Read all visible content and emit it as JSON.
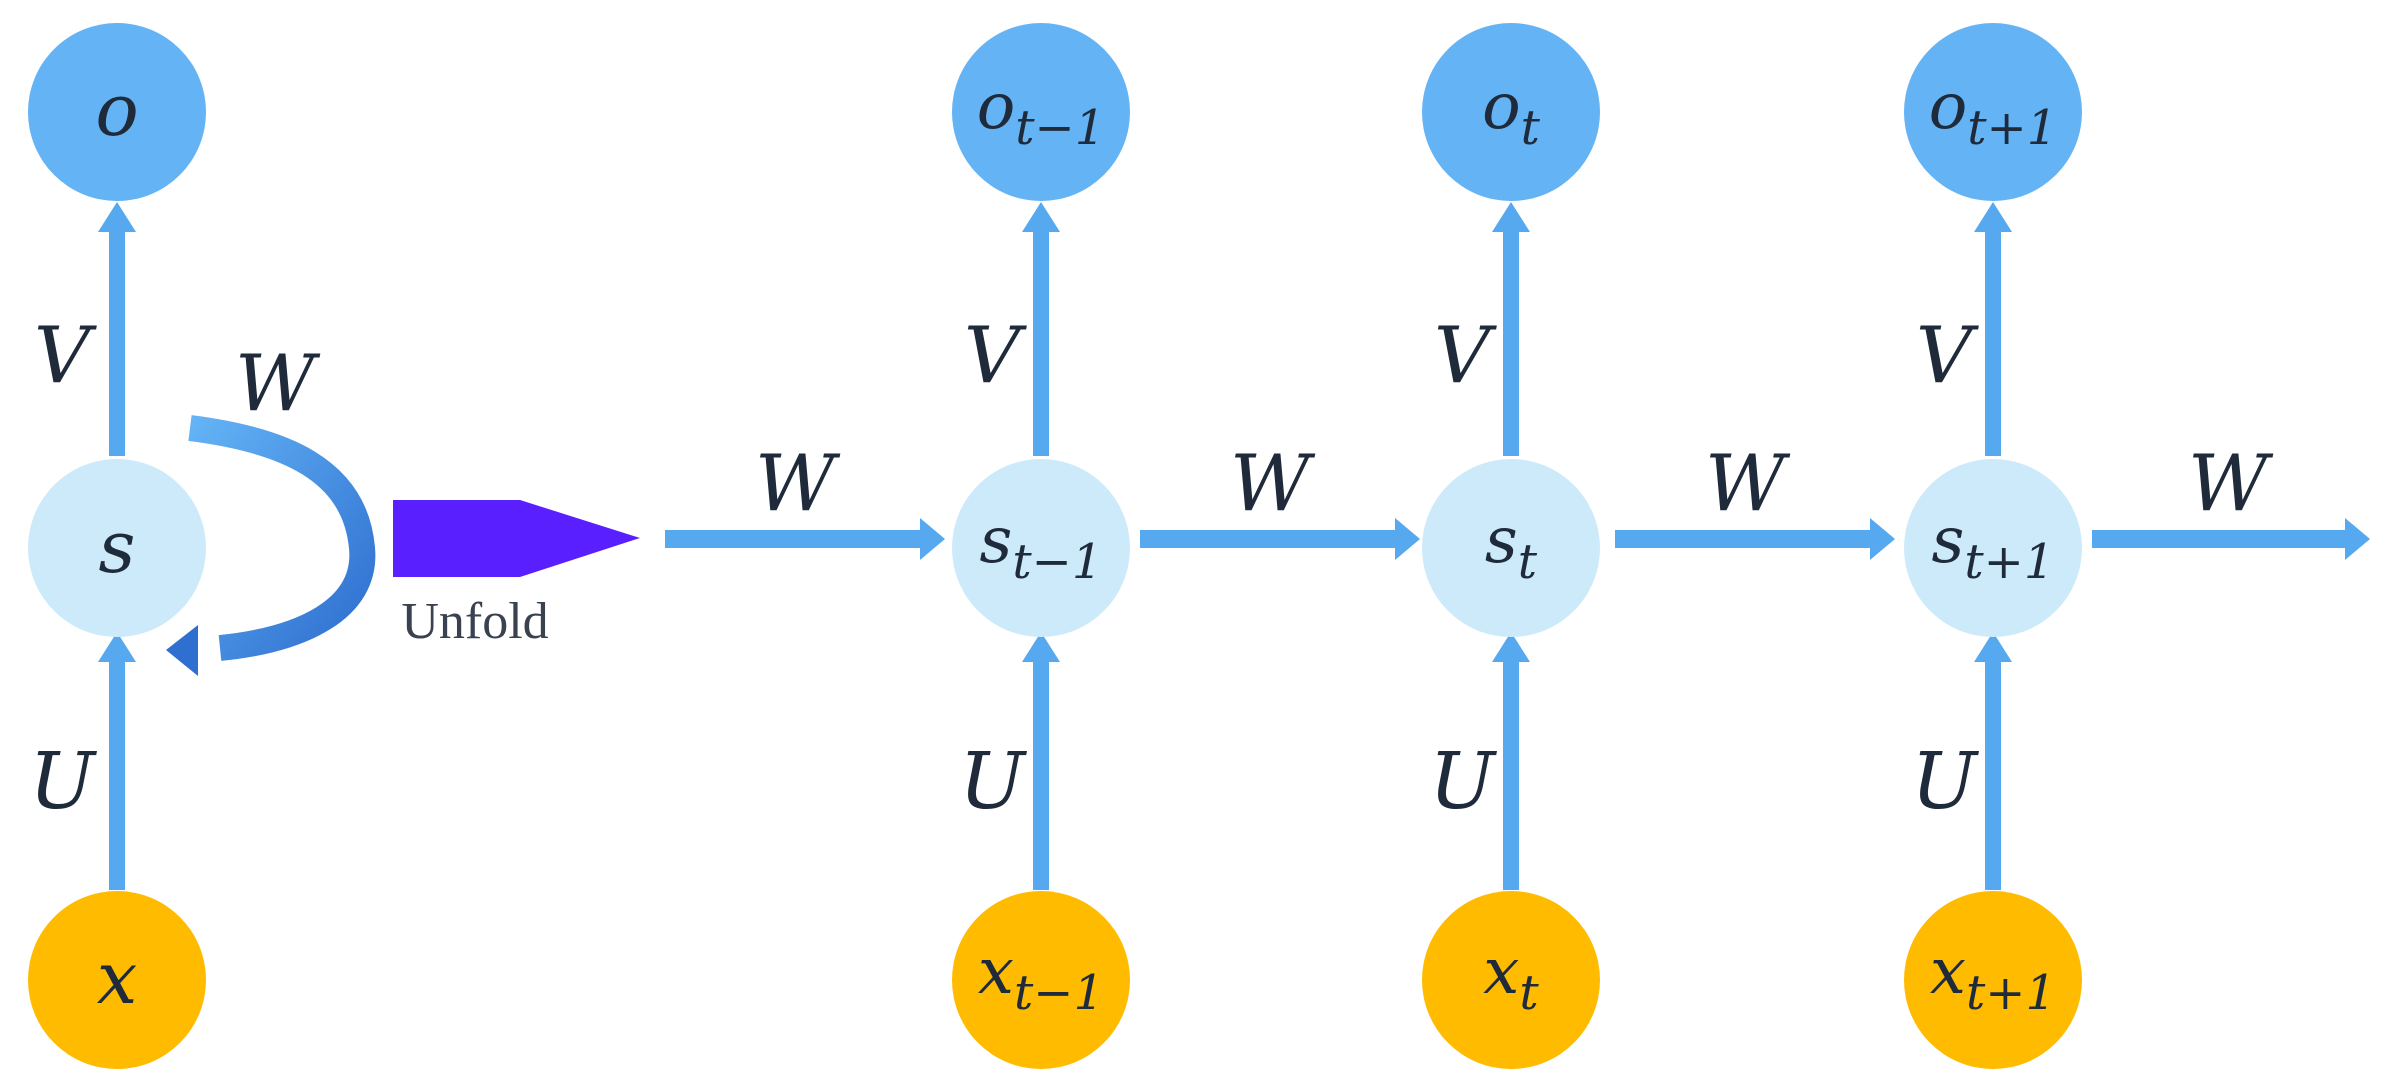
{
  "folded": {
    "output": {
      "base": "o",
      "sub": ""
    },
    "state": {
      "base": "s",
      "sub": ""
    },
    "input": {
      "base": "x",
      "sub": ""
    },
    "weight_v": "V",
    "weight_u": "U",
    "weight_w": "W"
  },
  "unfold_label": "Unfold",
  "leading_w": "W",
  "steps": [
    {
      "output": {
        "base": "o",
        "sub": "t−1"
      },
      "state": {
        "base": "s",
        "sub": "t−1"
      },
      "input": {
        "base": "x",
        "sub": "t−1"
      },
      "weight_v": "V",
      "weight_u": "U",
      "weight_w": "W"
    },
    {
      "output": {
        "base": "o",
        "sub": "t"
      },
      "state": {
        "base": "s",
        "sub": "t"
      },
      "input": {
        "base": "x",
        "sub": "t"
      },
      "weight_v": "V",
      "weight_u": "U",
      "weight_w": "W"
    },
    {
      "output": {
        "base": "o",
        "sub": "t+1"
      },
      "state": {
        "base": "s",
        "sub": "t+1"
      },
      "input": {
        "base": "x",
        "sub": "t+1"
      },
      "weight_v": "V",
      "weight_u": "U",
      "weight_w": "W"
    }
  ],
  "colors": {
    "output_node": "#63b3f5",
    "state_node": "#cdeafb",
    "input_node": "#ffbb00",
    "arrow": "#56a9ef",
    "arrow_dark": "#2f7fd7",
    "unfold_arrow": "#5a1fff"
  }
}
